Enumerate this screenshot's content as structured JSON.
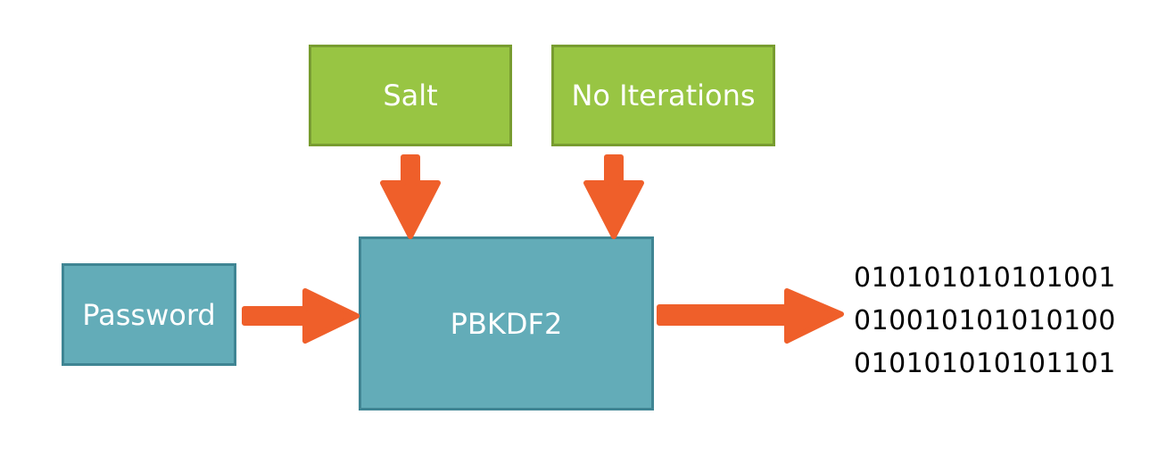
{
  "diagram": {
    "inputs": {
      "salt_label": "Salt",
      "iterations_label": "No Iterations",
      "password_label": "Password"
    },
    "function_label": "PBKDF2",
    "output_lines": [
      "010101010101001",
      "010010101010100",
      "010101010101101"
    ]
  },
  "colors": {
    "input_green": "#98c543",
    "process_teal": "#63acb8",
    "arrow_orange": "#ef5f2a"
  }
}
